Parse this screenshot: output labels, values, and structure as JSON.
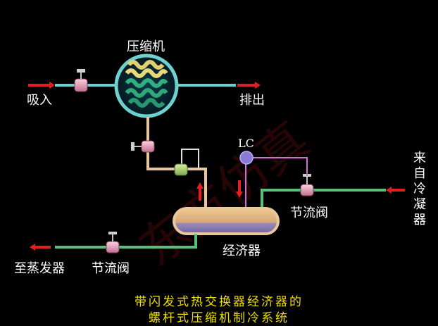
{
  "labels": {
    "compressor": "压缩机",
    "suction": "吸入",
    "discharge": "排出",
    "lc": "LC",
    "from_condenser": "来自冷凝器",
    "throttle_right": "节流阀",
    "economizer": "经济器",
    "to_evaporator": "至蒸发器",
    "throttle_left": "节流阀",
    "watermark": "东方仿真"
  },
  "caption": {
    "line1": "带闪发式热交换器经济器的",
    "line2": "螺杆式压缩机制冷系统"
  },
  "colors": {
    "background": "#000000",
    "pipe_main": "#6fd0d0",
    "pipe_green": "#58c07a",
    "pipe_tan": "#e8c89a",
    "pipe_lc": "#d070d0",
    "flow_arrow": "#e02020",
    "caption": "#f0e000",
    "watermark": "#d02020"
  }
}
